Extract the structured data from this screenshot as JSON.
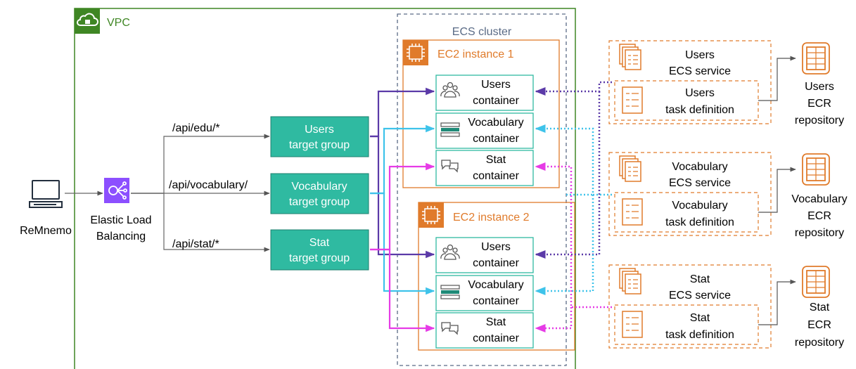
{
  "vpc": {
    "label": "VPC"
  },
  "client": {
    "label": "ReMnemo"
  },
  "elb": {
    "line1": "Elastic Load",
    "line2": "Balancing"
  },
  "routes": [
    "/api/edu/*",
    "/api/vocabulary/",
    "/api/stat/*"
  ],
  "target_groups": [
    {
      "line1": "Users",
      "line2": "target group"
    },
    {
      "line1": "Vocabulary",
      "line2": "target group"
    },
    {
      "line1": "Stat",
      "line2": "target group"
    }
  ],
  "cluster": {
    "label": "ECS cluster"
  },
  "instances": [
    {
      "label": "EC2 instance 1",
      "containers": [
        {
          "line1": "Users",
          "line2": "container",
          "icon": "users-icon"
        },
        {
          "line1": "Vocabulary",
          "line2": "container",
          "icon": "stack-icon"
        },
        {
          "line1": "Stat",
          "line2": "container",
          "icon": "chat-icon"
        }
      ]
    },
    {
      "label": "EC2 instance 2",
      "containers": [
        {
          "line1": "Users",
          "line2": "container",
          "icon": "users-icon"
        },
        {
          "line1": "Vocabulary",
          "line2": "container",
          "icon": "stack-icon"
        },
        {
          "line1": "Stat",
          "line2": "container",
          "icon": "chat-icon"
        }
      ]
    }
  ],
  "services": [
    {
      "service_line1": "Users",
      "service_line2": "ECS service",
      "task_line1": "Users",
      "task_line2": "task definition",
      "ecr_line1": "Users",
      "ecr_line2": "ECR",
      "ecr_line3": "repository"
    },
    {
      "service_line1": "Vocabulary",
      "service_line2": "ECS service",
      "task_line1": "Vocabulary",
      "task_line2": "task definition",
      "ecr_line1": "Vocabulary",
      "ecr_line2": "ECR",
      "ecr_line3": "repository"
    },
    {
      "service_line1": "Stat",
      "service_line2": "ECS service",
      "task_line1": "Stat",
      "task_line2": "task definition",
      "ecr_line1": "Stat",
      "ecr_line2": "ECR",
      "ecr_line3": "repository"
    }
  ],
  "colors": {
    "vpc": "#3f8624",
    "teal": "#2fbaa1",
    "orange": "#e07b2b",
    "slate": "#5a6b86",
    "elb": "#8c4fff",
    "users": "#5b3aa8",
    "vocabulary": "#3ec3ea",
    "stat": "#e63be6",
    "gray": "#666666"
  }
}
